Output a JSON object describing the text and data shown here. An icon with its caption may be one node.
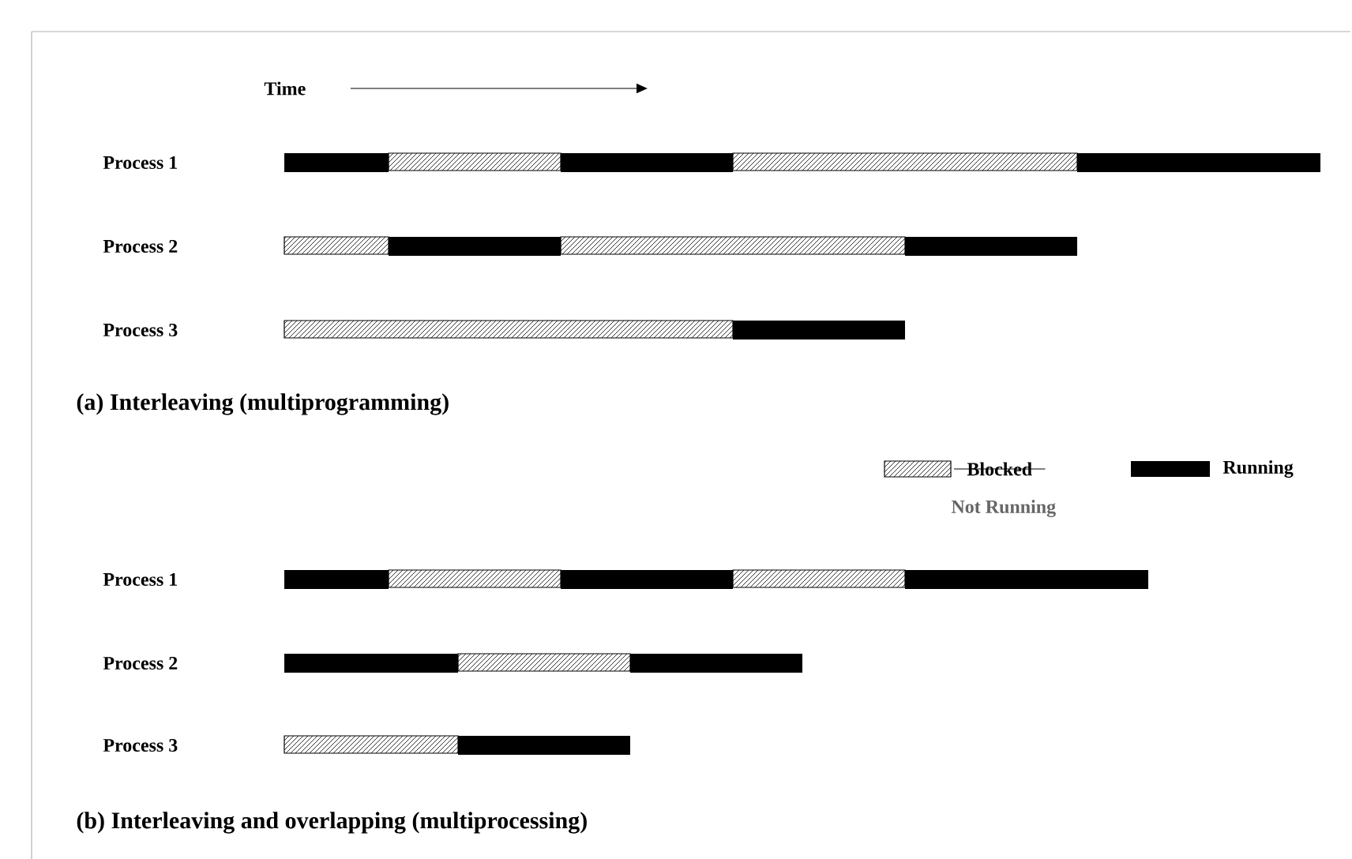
{
  "diagram": {
    "labels": [
      "Time",
      "Process 1",
      "Process 2",
      "Process 3",
      "(a) Interleaving (multiprogramming)",
      "Blocked",
      "Process 1",
      "Process 2",
      "Process 3",
      "(b) Interleaving and overlapping (multiprocessing)"
    ],
    "legend": [
      {
        "text": "Not Running"
      },
      {
        "text": "Running",
        "color": "#000000"
      }
    ]
  }
}
